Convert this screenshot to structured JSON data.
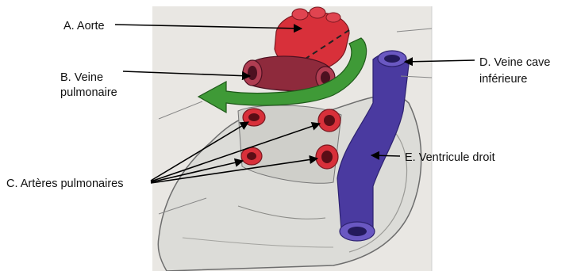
{
  "labels": {
    "aorte": "A. Aorte",
    "veine_pulmonaire_line1": "B. Veine",
    "veine_pulmonaire_line2": "pulmonaire",
    "veine_cave_line1": "D. Veine cave",
    "veine_cave_line2": "inférieure",
    "ventricule": "E. Ventricule droit",
    "arteres": "C. Artères pulmonaires"
  },
  "colors": {
    "paper": "#e9e7e3",
    "heart_fill": "#dcdcd8",
    "aorta_red": "#d8303a",
    "vein_dark": "#8e2a3c",
    "vena_cava_purple": "#4a3aa0",
    "arrow_green": "#3f9a37",
    "label_text": "#111111",
    "leader_line": "#000000"
  }
}
